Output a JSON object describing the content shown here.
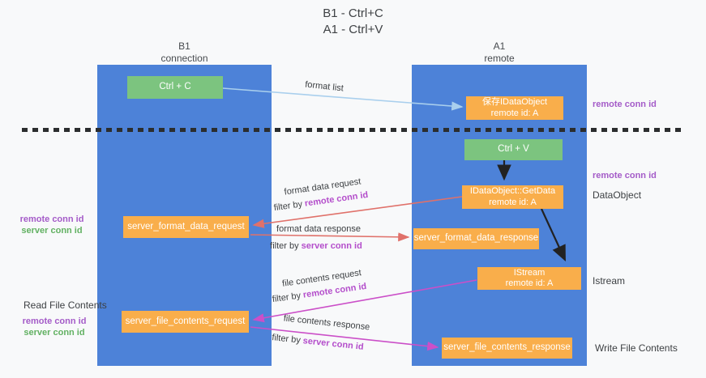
{
  "title": {
    "line1": "B1 - Ctrl+C",
    "line2": "A1 - Ctrl+V"
  },
  "lanes": {
    "left": {
      "name": "B1",
      "role": "connection"
    },
    "right": {
      "name": "A1",
      "role": "remote"
    }
  },
  "nodes": {
    "ctrl_c": {
      "label": "Ctrl + C"
    },
    "save_dataobject": {
      "line1": "保存IDataObject",
      "line2": "remote id: A"
    },
    "ctrl_v": {
      "label": "Ctrl + V"
    },
    "getdata": {
      "line1": "IDataObject::GetData",
      "line2": "remote id: A"
    },
    "server_format_data_request": {
      "label": "server_format_data_request"
    },
    "server_format_data_response": {
      "label": "server_format_data_response"
    },
    "istream": {
      "line1": "IStream",
      "line2": "remote id: A"
    },
    "server_file_contents_request": {
      "label": "server_file_contents_request"
    },
    "server_file_contents_response": {
      "label": "server_file_contents_response"
    }
  },
  "edge_labels": {
    "format_list": "format list",
    "format_data_request": "format data request",
    "format_data_response": "format data response",
    "file_contents_request": "file contents request",
    "file_contents_response": "file contents response",
    "filter_by": "filter by",
    "remote_conn_id": "remote conn id",
    "server_conn_id": "server conn id"
  },
  "side_labels": {
    "remote_conn_id": "remote conn id",
    "server_conn_id": "server conn id",
    "dataobject": "DataObject",
    "istream": "Istream",
    "read_file_contents": "Read File Contents",
    "write_file_contents": "Write File Contents"
  },
  "colors": {
    "lane_blue": "#4d82d8",
    "node_green": "#7cc47f",
    "node_orange": "#f9ae4b",
    "arrow_light_blue": "#a9cfed",
    "arrow_black": "#222222",
    "arrow_salmon": "#e0716a",
    "arrow_magenta": "#cb4fc8",
    "text_purple": "#a45bc8",
    "text_magenta": "#b44ecb",
    "text_green": "#62b162",
    "background": "#f8f9fa"
  }
}
